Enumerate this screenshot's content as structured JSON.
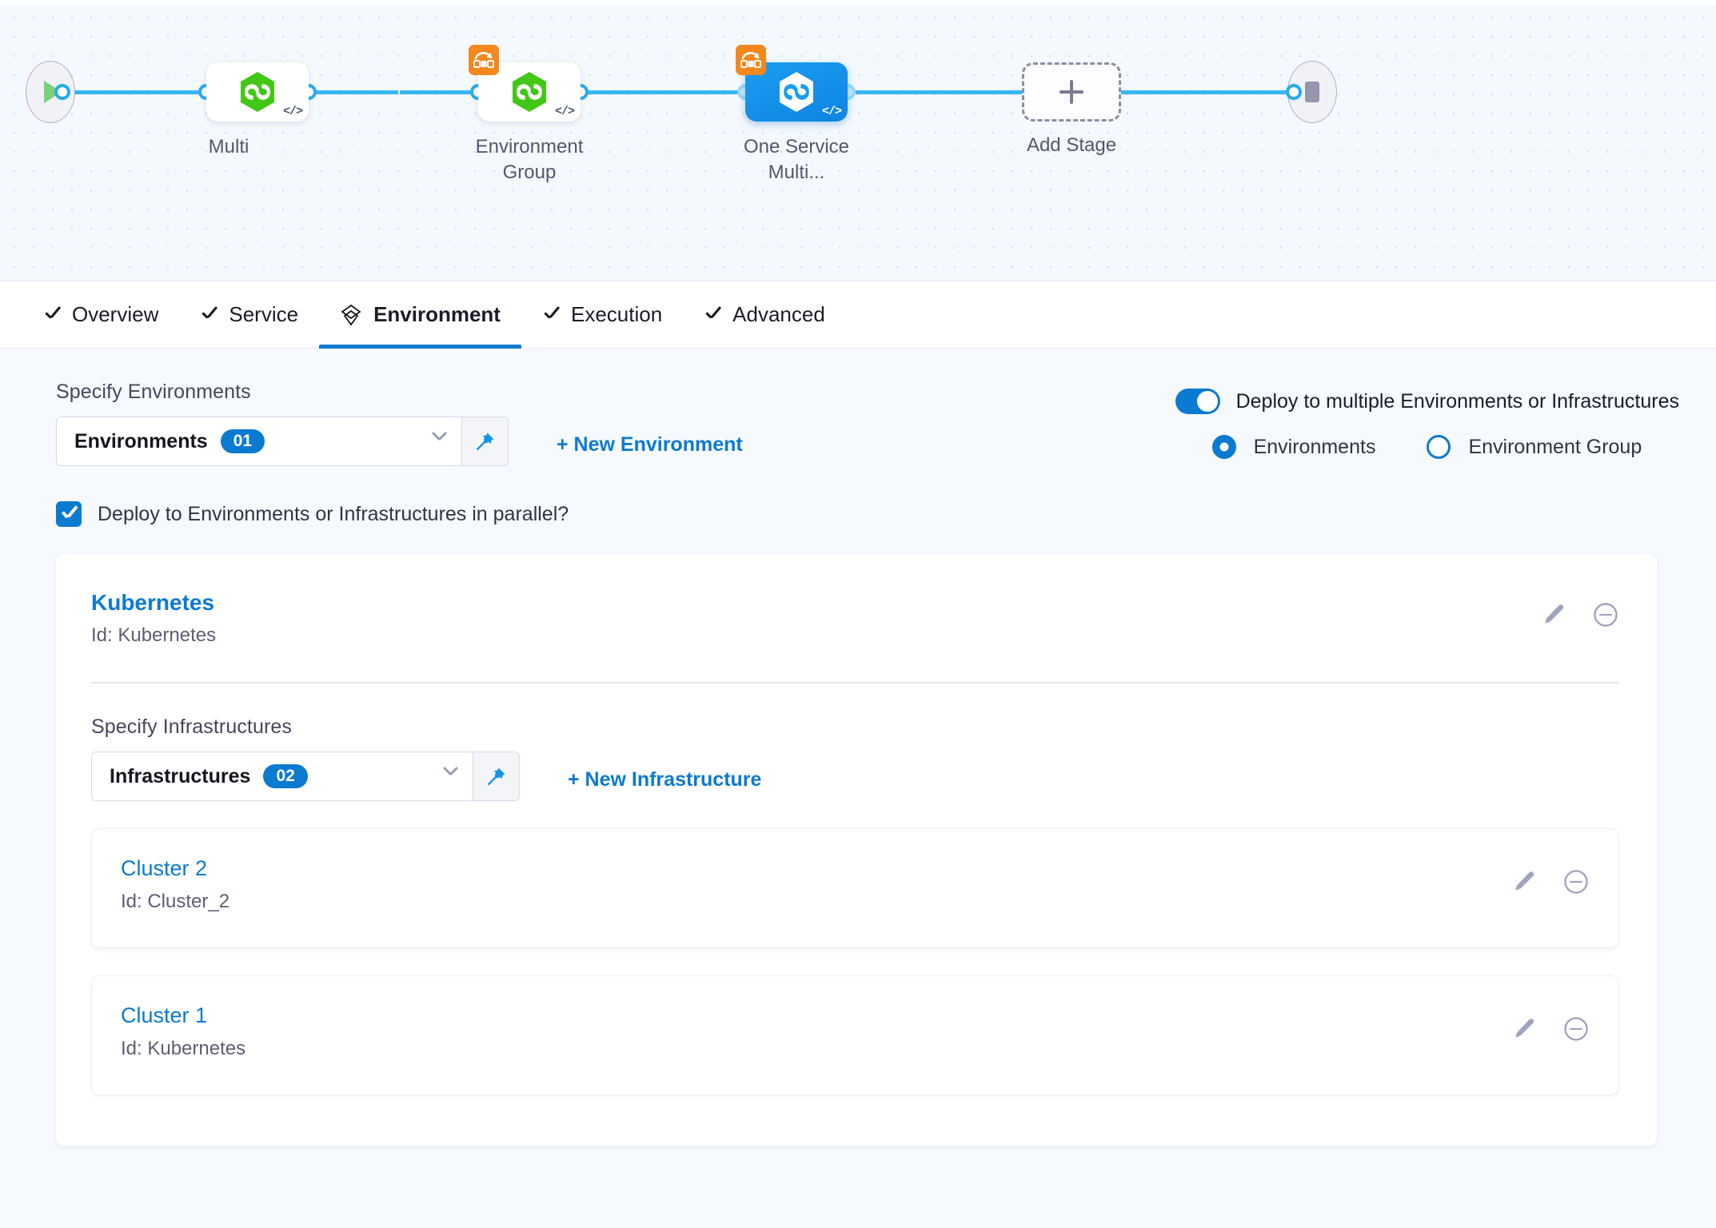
{
  "pipeline": {
    "start_node": {
      "icon": "play-icon"
    },
    "end_node": {
      "icon": "stop-icon"
    },
    "stages": [
      {
        "label": "Multi",
        "icon": "harness-hexagon-icon",
        "code_glyph": "</>",
        "selected": false,
        "has_multi_badge": false
      },
      {
        "label": "Environment Group",
        "icon": "harness-hexagon-icon",
        "code_glyph": "</>",
        "selected": false,
        "has_multi_badge": true
      },
      {
        "label": "One Service Multi...",
        "icon": "harness-hexagon-icon",
        "code_glyph": "</>",
        "selected": true,
        "has_multi_badge": true
      }
    ],
    "add_stage": {
      "label": "Add Stage",
      "icon": "plus-icon"
    }
  },
  "tabs": [
    {
      "label": "Overview",
      "icon": "check-icon",
      "active": false
    },
    {
      "label": "Service",
      "icon": "check-icon",
      "active": false
    },
    {
      "label": "Environment",
      "icon": "layers-icon",
      "active": true
    },
    {
      "label": "Execution",
      "icon": "check-icon",
      "active": false
    },
    {
      "label": "Advanced",
      "icon": "check-icon",
      "active": false
    }
  ],
  "environments_section": {
    "label": "Specify Environments",
    "select_value": "Environments",
    "count": "01",
    "pin_icon": "pin-icon",
    "chevron_icon": "chevron-down-icon",
    "new_link": "+ New Environment"
  },
  "deploy_options": {
    "toggle_label": "Deploy to multiple Environments or Infrastructures",
    "toggle_on": true,
    "radios": [
      {
        "label": "Environments",
        "selected": true
      },
      {
        "label": "Environment Group",
        "selected": false
      }
    ]
  },
  "parallel_checkbox": {
    "label": "Deploy to Environments or Infrastructures in parallel?",
    "checked": true
  },
  "environment_card": {
    "name": "Kubernetes",
    "id_text": "Id: Kubernetes",
    "edit_icon": "pencil-icon",
    "remove_icon": "minus-circle-icon",
    "infrastructures": {
      "label": "Specify Infrastructures",
      "select_value": "Infrastructures",
      "count": "02",
      "pin_icon": "pin-icon",
      "chevron_icon": "chevron-down-icon",
      "new_link": "+ New Infrastructure",
      "items": [
        {
          "name": "Cluster 2",
          "id_text": "Id: Cluster_2",
          "edit_icon": "pencil-icon",
          "remove_icon": "minus-circle-icon"
        },
        {
          "name": "Cluster 1",
          "id_text": "Id: Kubernetes",
          "edit_icon": "pencil-icon",
          "remove_icon": "minus-circle-icon"
        }
      ]
    }
  },
  "colors": {
    "accent_blue": "#0b7ad1",
    "wire_blue": "#38b6f2",
    "badge_orange": "#f5871f",
    "hex_green": "#43c716",
    "canvas_bg": "#f4f9fd",
    "page_bg": "#f6fafe"
  }
}
